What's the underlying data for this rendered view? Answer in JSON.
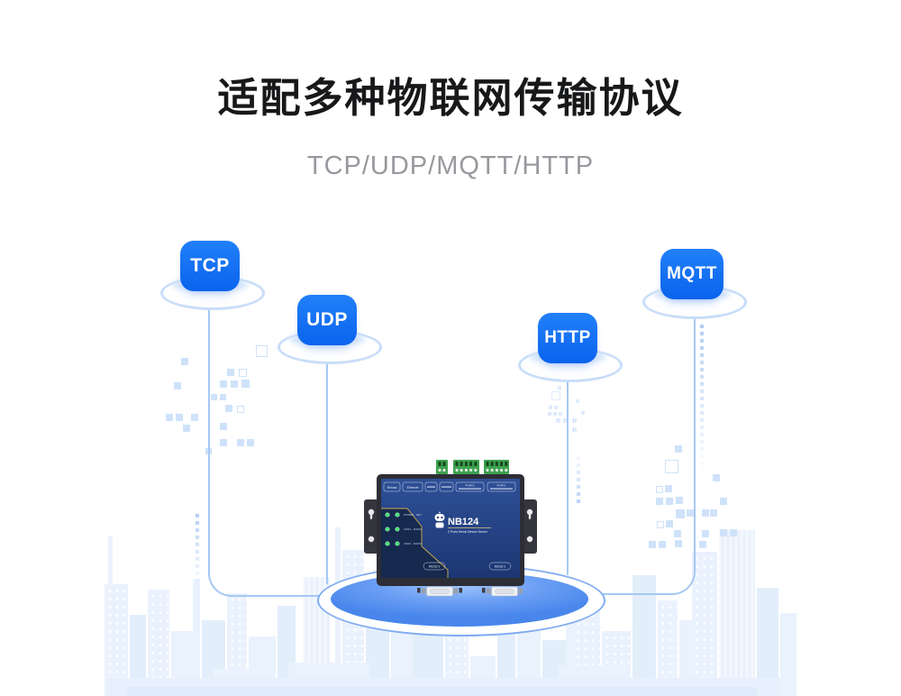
{
  "title": "适配多种物联网传输协议",
  "subtitle": "TCP/UDP/MQTT/HTTP",
  "protocols": [
    {
      "label": "TCP"
    },
    {
      "label": "UDP"
    },
    {
      "label": "HTTP"
    },
    {
      "label": "MQTT"
    }
  ],
  "device": {
    "model": "NB124",
    "description": "2 Ports Serial Device Server",
    "top_labels": {
      "reload": "Reload",
      "ethernet": "Ethernet",
      "port2": "PORT2",
      "port1": "PORT1"
    },
    "led_labels": [
      "POWER · NET",
      "LINK1 · DATA1",
      "LINK2 · DATA2"
    ],
    "port_labels": {
      "left": "RS232-2",
      "right": "RS232-1"
    }
  },
  "colors": {
    "badge_blue": "#0d6cf2",
    "line_blue": "#a6c8f3",
    "platform_blue": "#4886ec",
    "skyline_blue": "#eaf2fd",
    "title_color": "#17181a",
    "subtitle_color": "#97999e"
  }
}
